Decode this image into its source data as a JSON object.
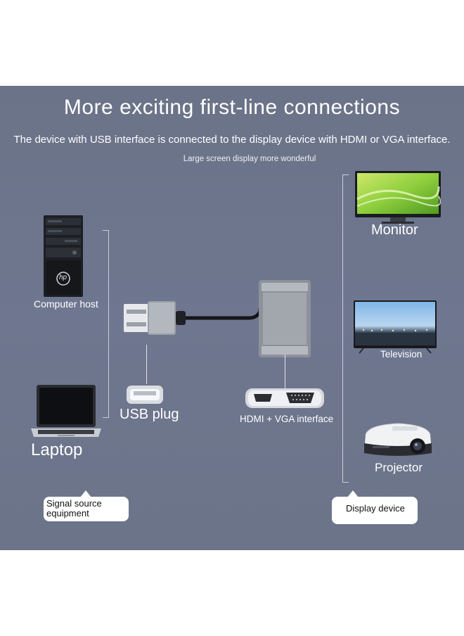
{
  "header": {
    "title": "More exciting first-line connections",
    "subtitle": "The device with USB interface is connected to the display device with HDMI or VGA interface.",
    "tagline": "Large screen display more wonderful"
  },
  "sources": {
    "computer_host": "Computer host",
    "laptop": "Laptop",
    "pc_brand": "hp"
  },
  "adapter": {
    "usb_plug": "USB plug",
    "output_ports": "HDMI + VGA interface"
  },
  "displays": {
    "monitor": "Monitor",
    "television": "Television",
    "projector": "Projector"
  },
  "callouts": {
    "signal_source": "Signal source equipment",
    "display_device": "Display device"
  },
  "colors": {
    "panel": "#6f7790",
    "text": "#ffffff",
    "adapter_body": "#8d919a"
  }
}
